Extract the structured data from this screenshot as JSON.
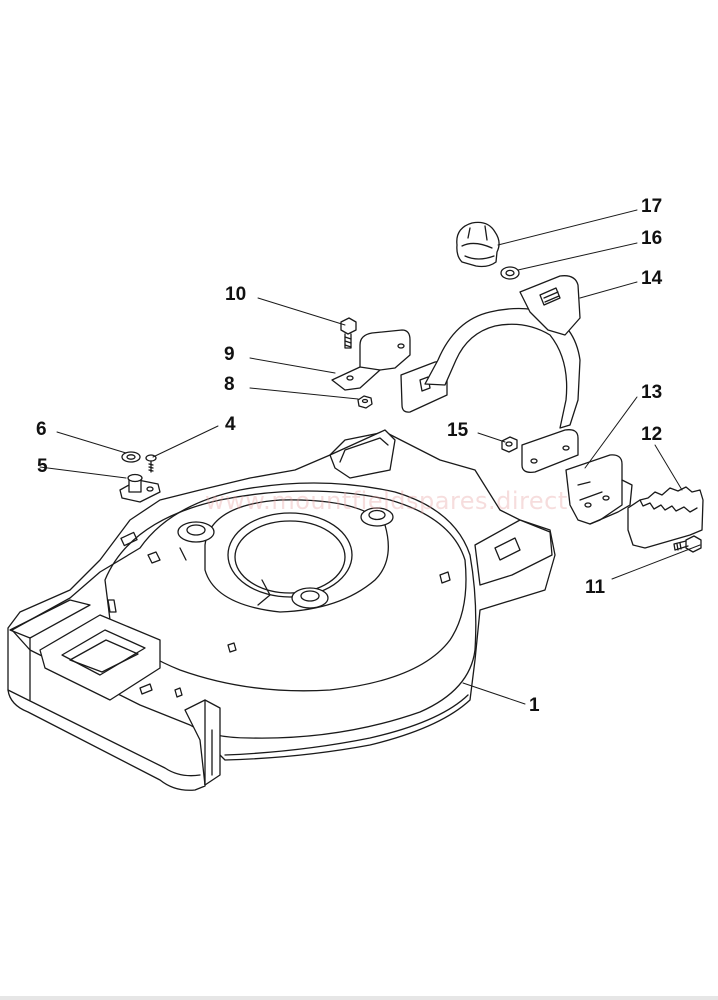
{
  "watermark": {
    "text": "www.mountfieldspares.direct",
    "color": "#e8a0a0"
  },
  "colors": {
    "line": "#1a1a1a",
    "fill": "#ffffff"
  },
  "callouts": {
    "c1": "1",
    "c4": "4",
    "c5": "5",
    "c6": "6",
    "c8": "8",
    "c9": "9",
    "c10": "10",
    "c11": "11",
    "c12": "12",
    "c13": "13",
    "c14": "14",
    "c15": "15",
    "c16": "16",
    "c17": "17"
  }
}
